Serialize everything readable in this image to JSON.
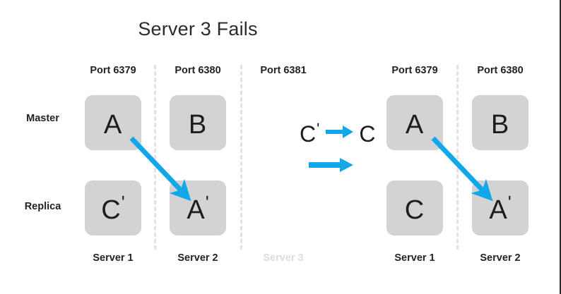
{
  "title": "Server 3 Fails",
  "colors": {
    "accent_arrow": "#12a7e8",
    "node_fill": "#d3d3d6",
    "text": "#232323",
    "dim_text": "#dcdcdc",
    "separator": "#e2e2e2"
  },
  "row_labels": {
    "master": "Master",
    "replica": "Replica"
  },
  "left_cluster": {
    "ports": [
      "Port 6379",
      "Port 6380",
      "Port 6381"
    ],
    "servers": [
      "Server 1",
      "Server 2",
      "Server 3"
    ],
    "server_dimmed": [
      false,
      false,
      true
    ],
    "port_dimmed": [
      false,
      false,
      false
    ],
    "master_nodes": [
      "A",
      "B",
      ""
    ],
    "replica_nodes": [
      "C ʹ",
      "A ʹ",
      ""
    ],
    "master_node_base": [
      "A",
      "B",
      ""
    ],
    "master_node_prime": [
      "",
      "",
      ""
    ],
    "replica_node_base": [
      "C",
      "A",
      ""
    ],
    "replica_node_prime": [
      "ʹ",
      "ʹ",
      ""
    ]
  },
  "right_cluster": {
    "ports": [
      "Port 6379",
      "Port 6380"
    ],
    "servers": [
      "Server 1",
      "Server 2"
    ],
    "master_node_base": [
      "A",
      "B"
    ],
    "master_node_prime": [
      "",
      ""
    ],
    "replica_node_base": [
      "C",
      "A"
    ],
    "replica_node_prime": [
      "",
      "ʹ"
    ]
  },
  "legend": {
    "promotion_from_base": "C",
    "promotion_from_prime": "ʹ",
    "promotion_to_base": "C",
    "promotion_to_prime": "",
    "arrow_name": "promotion-arrow",
    "plain_arrow_name": "transition-arrow"
  },
  "arrows": [
    {
      "name": "left-replication-arrow",
      "from": [
        186,
        196
      ],
      "to": [
        266,
        280
      ]
    },
    {
      "name": "right-replication-arrow",
      "from": [
        613,
        196
      ],
      "to": [
        693,
        280
      ]
    }
  ]
}
